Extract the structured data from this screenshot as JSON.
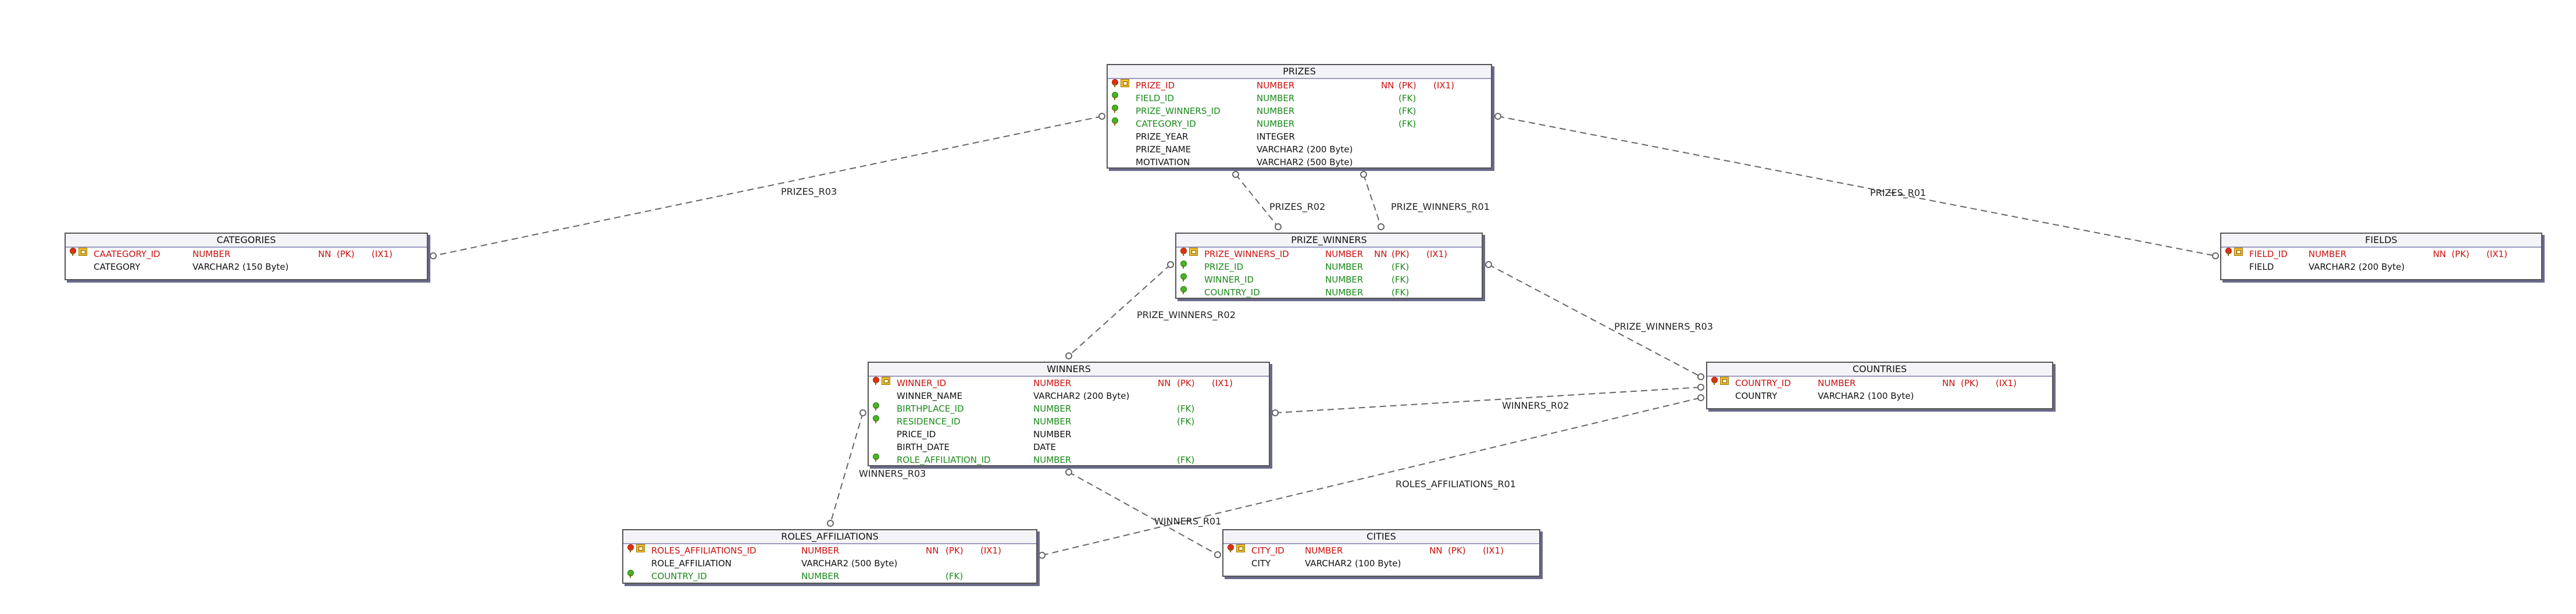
{
  "tables": {
    "prizes": {
      "name": "PRIZES",
      "columns": [
        {
          "name": "PRIZE_ID",
          "type": "NUMBER",
          "nn": "NN",
          "key": "(PK)",
          "idx": "(IX1)",
          "kind": "pk"
        },
        {
          "name": "FIELD_ID",
          "type": "NUMBER",
          "nn": "",
          "key": "(FK)",
          "idx": "",
          "kind": "fk"
        },
        {
          "name": "PRIZE_WINNERS_ID",
          "type": "NUMBER",
          "nn": "",
          "key": "(FK)",
          "idx": "",
          "kind": "fk"
        },
        {
          "name": "CATEGORY_ID",
          "type": "NUMBER",
          "nn": "",
          "key": "(FK)",
          "idx": "",
          "kind": "fk"
        },
        {
          "name": "PRIZE_YEAR",
          "type": "INTEGER",
          "nn": "",
          "key": "",
          "idx": "",
          "kind": "plain"
        },
        {
          "name": "PRIZE_NAME",
          "type": "VARCHAR2 (200 Byte)",
          "nn": "",
          "key": "",
          "idx": "",
          "kind": "plain"
        },
        {
          "name": "MOTIVATION",
          "type": "VARCHAR2 (500 Byte)",
          "nn": "",
          "key": "",
          "idx": "",
          "kind": "plain"
        }
      ]
    },
    "categories": {
      "name": "CATEGORIES",
      "columns": [
        {
          "name": "CAATEGORY_ID",
          "type": "NUMBER",
          "nn": "NN",
          "key": "(PK)",
          "idx": "(IX1)",
          "kind": "pk"
        },
        {
          "name": "CATEGORY",
          "type": "VARCHAR2 (150 Byte)",
          "nn": "",
          "key": "",
          "idx": "",
          "kind": "plain"
        }
      ]
    },
    "prize_winners": {
      "name": "PRIZE_WINNERS",
      "columns": [
        {
          "name": "PRIZE_WINNERS_ID",
          "type": "NUMBER",
          "nn": "NN",
          "key": "(PK)",
          "idx": "(IX1)",
          "kind": "pk"
        },
        {
          "name": "PRIZE_ID",
          "type": "NUMBER",
          "nn": "",
          "key": "(FK)",
          "idx": "",
          "kind": "fk"
        },
        {
          "name": "WINNER_ID",
          "type": "NUMBER",
          "nn": "",
          "key": "(FK)",
          "idx": "",
          "kind": "fk"
        },
        {
          "name": "COUNTRY_ID",
          "type": "NUMBER",
          "nn": "",
          "key": "(FK)",
          "idx": "",
          "kind": "fk"
        }
      ]
    },
    "fields": {
      "name": "FIELDS",
      "columns": [
        {
          "name": "FIELD_ID",
          "type": "NUMBER",
          "nn": "NN",
          "key": "(PK)",
          "idx": "(IX1)",
          "kind": "pk"
        },
        {
          "name": "FIELD",
          "type": "VARCHAR2 (200 Byte)",
          "nn": "",
          "key": "",
          "idx": "",
          "kind": "plain"
        }
      ]
    },
    "winners": {
      "name": "WINNERS",
      "columns": [
        {
          "name": "WINNER_ID",
          "type": "NUMBER",
          "nn": "NN",
          "key": "(PK)",
          "idx": "(IX1)",
          "kind": "pk"
        },
        {
          "name": "WINNER_NAME",
          "type": "VARCHAR2 (200 Byte)",
          "nn": "",
          "key": "",
          "idx": "",
          "kind": "plain"
        },
        {
          "name": "BIRTHPLACE_ID",
          "type": "NUMBER",
          "nn": "",
          "key": "(FK)",
          "idx": "",
          "kind": "fk"
        },
        {
          "name": "RESIDENCE_ID",
          "type": "NUMBER",
          "nn": "",
          "key": "(FK)",
          "idx": "",
          "kind": "fk"
        },
        {
          "name": "PRICE_ID",
          "type": "NUMBER",
          "nn": "",
          "key": "",
          "idx": "",
          "kind": "plain"
        },
        {
          "name": "BIRTH_DATE",
          "type": "DATE",
          "nn": "",
          "key": "",
          "idx": "",
          "kind": "plain"
        },
        {
          "name": "ROLE_AFFILIATION_ID",
          "type": "NUMBER",
          "nn": "",
          "key": "(FK)",
          "idx": "",
          "kind": "fk"
        }
      ]
    },
    "countries": {
      "name": "COUNTRIES",
      "columns": [
        {
          "name": "COUNTRY_ID",
          "type": "NUMBER",
          "nn": "NN",
          "key": "(PK)",
          "idx": "(IX1)",
          "kind": "pk"
        },
        {
          "name": "COUNTRY",
          "type": "VARCHAR2 (100 Byte)",
          "nn": "",
          "key": "",
          "idx": "",
          "kind": "plain"
        }
      ]
    },
    "roles_affiliations": {
      "name": "ROLES_AFFILIATIONS",
      "columns": [
        {
          "name": "ROLES_AFFILIATIONS_ID",
          "type": "NUMBER",
          "nn": "NN",
          "key": "(PK)",
          "idx": "(IX1)",
          "kind": "pk"
        },
        {
          "name": "ROLE_AFFILIATION",
          "type": "VARCHAR2 (500 Byte)",
          "nn": "",
          "key": "",
          "idx": "",
          "kind": "plain"
        },
        {
          "name": "COUNTRY_ID",
          "type": "NUMBER",
          "nn": "",
          "key": "(FK)",
          "idx": "",
          "kind": "fk"
        }
      ]
    },
    "cities": {
      "name": "CITIES",
      "columns": [
        {
          "name": "CITY_ID",
          "type": "NUMBER",
          "nn": "NN",
          "key": "(PK)",
          "idx": "(IX1)",
          "kind": "pk"
        },
        {
          "name": "CITY",
          "type": "VARCHAR2 (100 Byte)",
          "nn": "",
          "key": "",
          "idx": "",
          "kind": "plain"
        }
      ]
    }
  },
  "relationships": [
    {
      "id": "prizes_r03",
      "label": "PRIZES_R03"
    },
    {
      "id": "prizes_r02",
      "label": "PRIZES_R02"
    },
    {
      "id": "prize_winners_r01",
      "label": "PRIZE_WINNERS_R01"
    },
    {
      "id": "prizes_r01",
      "label": "PRIZES_R01"
    },
    {
      "id": "prize_winners_r02",
      "label": "PRIZE_WINNERS_R02"
    },
    {
      "id": "prize_winners_r03",
      "label": "PRIZE_WINNERS_R03"
    },
    {
      "id": "winners_r02",
      "label": "WINNERS_R02"
    },
    {
      "id": "roles_affiliations_r01",
      "label": "ROLES_AFFILIATIONS_R01"
    },
    {
      "id": "winners_r03",
      "label": "WINNERS_R03"
    },
    {
      "id": "winners_r01",
      "label": "WINNERS_R01"
    }
  ],
  "colors": {
    "pk": "#cc1010",
    "fk": "#1a8a1a",
    "line": "#666666",
    "shadow": "#6a6a8a"
  }
}
